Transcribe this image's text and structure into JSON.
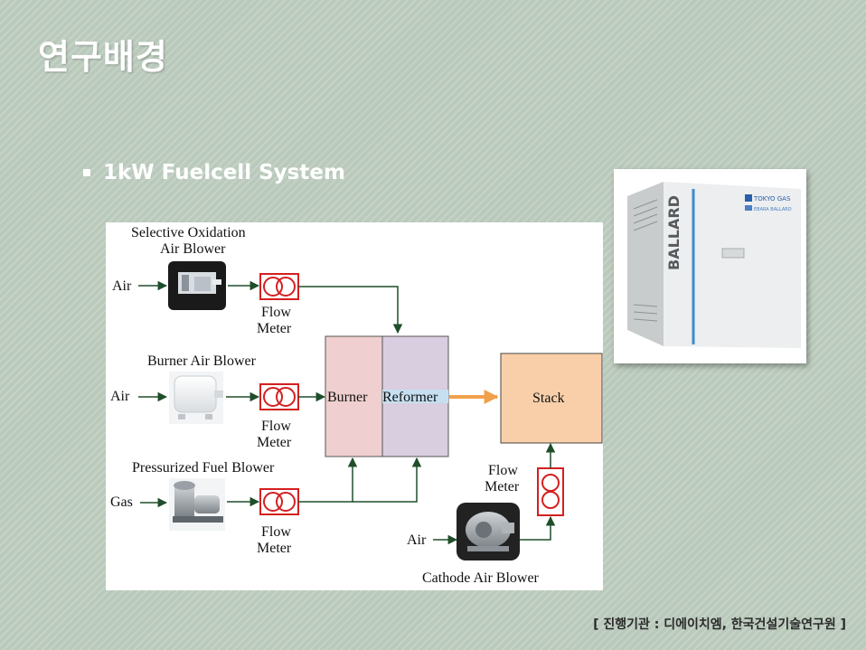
{
  "title": "연구배경",
  "bullet": {
    "text": "1kW Fuelcell System"
  },
  "diagram": {
    "blowers": {
      "selective_label_1": "Selective Oxidation",
      "selective_label_2": "Air Blower",
      "burner_label": "Burner Air Blower",
      "fuel_label": "Pressurized Fuel Blower",
      "cathode_label": "Cathode Air Blower"
    },
    "inputs": {
      "air_1": "Air",
      "air_2": "Air",
      "gas": "Gas",
      "air_cathode": "Air"
    },
    "flow_meter": {
      "line1": "Flow",
      "line2": "Meter"
    },
    "burner": "Burner",
    "reformer": "Reformer",
    "stack": "Stack"
  },
  "photo": {
    "brand_vertical": "BALLARD",
    "logo_top": "TOKYO GAS",
    "logo_bottom": "EBARA BALLARD"
  },
  "footer": "[ 진행기관 : 디에이치엠, 한국건설기술연구원 ]",
  "colors": {
    "background": "#b9c9bb",
    "arrow_green": "#1f4e2a",
    "flow_meter_red": "#d42020",
    "burner_fill": "#efcfcf",
    "reformer_fill": "#d9cde0",
    "stack_fill": "#f9cfa9",
    "orange_arrow": "#f0a04b"
  }
}
